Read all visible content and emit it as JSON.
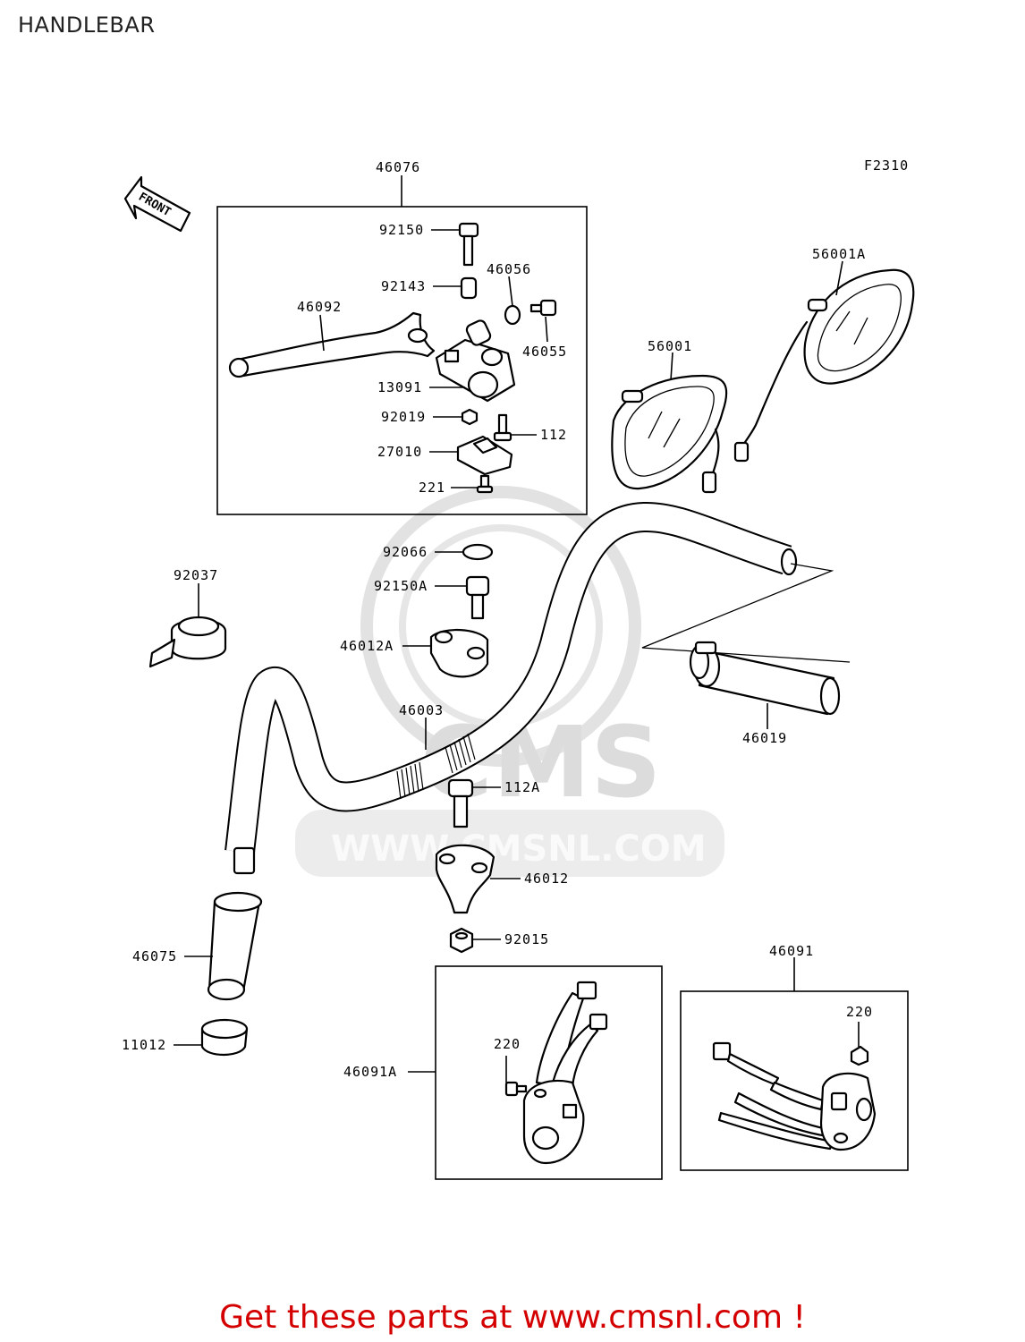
{
  "title": "HANDLEBAR",
  "figure_code": "F2310",
  "front_label": "FRONT",
  "watermark": {
    "brand": "CMS",
    "url": "WWW.CMSNL.COM"
  },
  "footer": "Get these parts at www.cmsnl.com !",
  "part_labels": {
    "p46076": "46076",
    "p92150": "92150",
    "p92143": "92143",
    "p46056": "46056",
    "p46092": "46092",
    "p46055": "46055",
    "p13091": "13091",
    "p92019": "92019",
    "p112": "112",
    "p27010": "27010",
    "p221": "221",
    "p56001A": "56001A",
    "p56001": "56001",
    "p92037": "92037",
    "p92066": "92066",
    "p92150A": "92150A",
    "p46012A": "46012A",
    "p46003": "46003",
    "p46019": "46019",
    "p112A": "112A",
    "p46012": "46012",
    "p46075": "46075",
    "p92015": "92015",
    "p11012": "11012",
    "p46091": "46091",
    "p220a": "220",
    "p46091A": "46091A",
    "p220b": "220"
  },
  "colors": {
    "line": "#000000",
    "footer": "#d40000",
    "watermark": "#dcdcdc"
  }
}
